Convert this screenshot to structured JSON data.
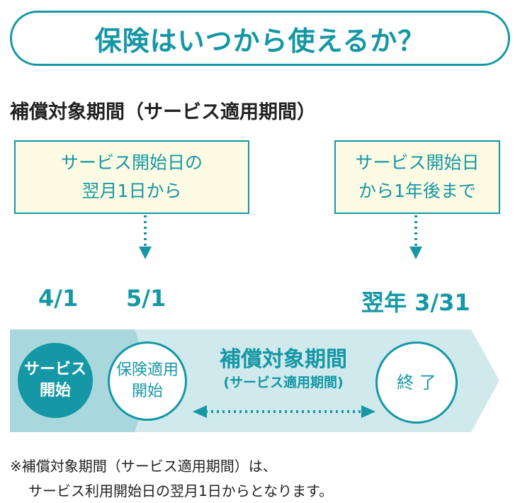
{
  "title": "保険はいつから使えるか？",
  "heading": "補償対象期間（サービス適用期間）",
  "notes": [
    {
      "line1": "サービス開始日の",
      "line2": "翌月1日から"
    },
    {
      "line1": "サービス開始日",
      "line2": "から1年後まで"
    }
  ],
  "dates": {
    "start": "4/1",
    "coverage_start": "5/1",
    "end": "翌年 3/31"
  },
  "timeline": {
    "service_start": {
      "line1": "サービス",
      "line2": "開始"
    },
    "insurance_start": {
      "line1": "保険適用",
      "line2": "開始"
    },
    "period_title": "補償対象期間",
    "period_subtitle": "(サービス適用期間)",
    "end": "終 了"
  },
  "footnote": {
    "line1": "※補償対象期間（サービス適用期間）は、",
    "line2": "サービス利用開始日の翌月1日からとなります。"
  },
  "colors": {
    "accent": "#1597a5",
    "band": "#cfe9ec",
    "band_dark": "#a8d8de",
    "note_bg": "#fdfbe3"
  }
}
